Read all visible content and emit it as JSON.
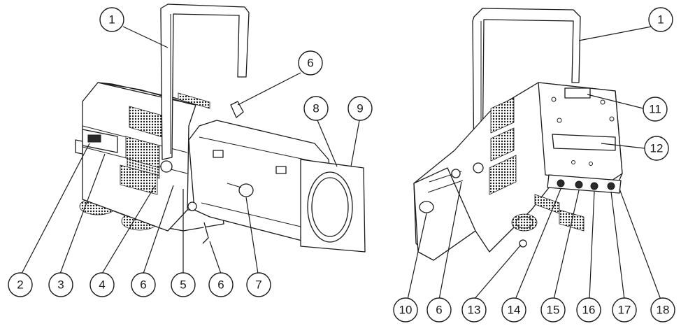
{
  "figure": {
    "left_view": {
      "callouts": [
        {
          "id": "c1-left",
          "label": "1",
          "cx": 0,
          "cy": 0
        },
        {
          "id": "c2",
          "label": "2"
        },
        {
          "id": "c3",
          "label": "3"
        },
        {
          "id": "c4",
          "label": "4"
        },
        {
          "id": "c5",
          "label": "5"
        },
        {
          "id": "c6-top",
          "label": "6"
        },
        {
          "id": "c6-bottom-a",
          "label": "6"
        },
        {
          "id": "c6-bottom-b",
          "label": "6"
        },
        {
          "id": "c7",
          "label": "7"
        },
        {
          "id": "c8",
          "label": "8"
        },
        {
          "id": "c9",
          "label": "9"
        }
      ]
    },
    "right_view": {
      "callouts": [
        {
          "id": "c1-right",
          "label": "1"
        },
        {
          "id": "c10",
          "label": "10"
        },
        {
          "id": "c6-right",
          "label": "6"
        },
        {
          "id": "c11",
          "label": "11"
        },
        {
          "id": "c12",
          "label": "12"
        },
        {
          "id": "c13",
          "label": "13"
        },
        {
          "id": "c14",
          "label": "14"
        },
        {
          "id": "c15",
          "label": "15"
        },
        {
          "id": "c16",
          "label": "16"
        },
        {
          "id": "c17",
          "label": "17"
        },
        {
          "id": "c18",
          "label": "18"
        }
      ]
    }
  }
}
